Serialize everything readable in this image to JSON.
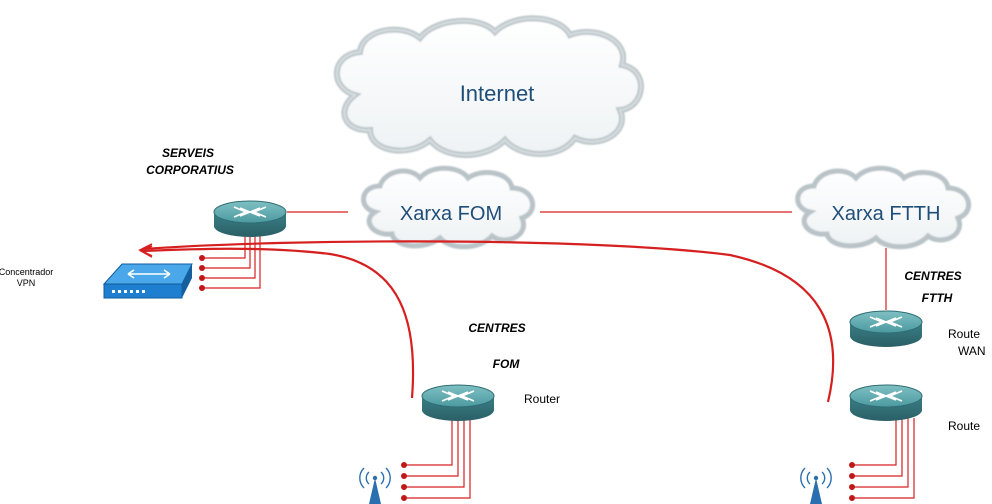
{
  "clouds": {
    "internet": "Internet",
    "fom": "Xarxa FOM",
    "ftth": "Xarxa FTTH"
  },
  "labels": {
    "serveis_line1": "SERVEIS",
    "serveis_line2": "CORPORATIUS",
    "concentrador_line1": "Concentrador",
    "concentrador_line2": "VPN",
    "centres_fom_line1": "CENTRES",
    "centres_fom_line2": "FOM",
    "router_fom": "Router",
    "centres_ftth_line1": "CENTRES",
    "centres_ftth_line2": "FTTH",
    "router_wan_line1": "Route",
    "router_wan_line2": "WAN",
    "router_ftth_lan": "Route"
  },
  "colors": {
    "link": "#d62020",
    "router_body": "#3f8a8f",
    "switch_body": "#1e7fd0",
    "cloud_text": "#1f4e79"
  },
  "icons": [
    "cloud-icon",
    "router-icon",
    "vpn-concentrator-icon",
    "wireless-ap-icon"
  ]
}
